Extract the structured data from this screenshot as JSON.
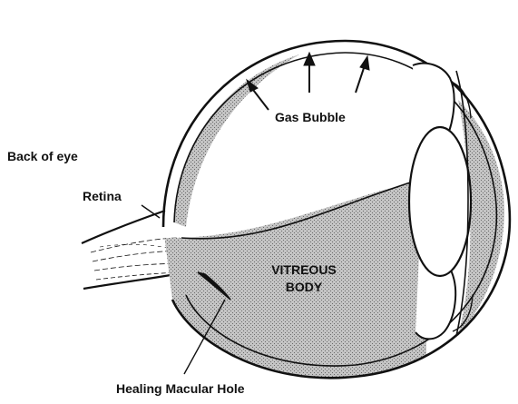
{
  "labels": {
    "gas_bubble": "Gas Bubble",
    "back_of_eye": "Back of eye",
    "retina": "Retina",
    "vitreous_line1": "VITREOUS",
    "vitreous_line2": "BODY",
    "macular_hole": "Healing Macular Hole"
  },
  "colors": {
    "ink": "#111111",
    "shade": "#b8b8b8",
    "background": "#ffffff"
  }
}
